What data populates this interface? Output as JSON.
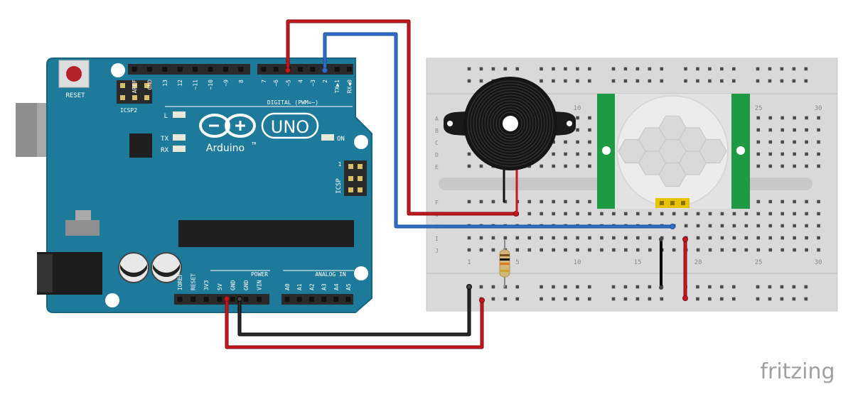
{
  "arduino": {
    "reset_label": "RESET",
    "icsp2_label": "ICSP2",
    "icsp_label": "ICSP",
    "digital_header_label": "DIGITAL (PWM=~)",
    "digital_pins": [
      "AREF",
      "GND",
      "13",
      "12",
      "~11",
      "~10",
      "~9",
      "8",
      "7",
      "~6",
      "~5",
      "4",
      "~3",
      "2",
      "TX▶1",
      "RX◀0"
    ],
    "power_header_label": "POWER",
    "power_pins": [
      "IOREF",
      "RESET",
      "3V3",
      "5V",
      "GND",
      "GND",
      "VIN"
    ],
    "analog_header_label": "ANALOG IN",
    "analog_pins": [
      "A0",
      "A1",
      "A2",
      "A3",
      "A4",
      "A5"
    ],
    "led_l_label": "L",
    "led_tx_label": "TX",
    "led_rx_label": "RX",
    "on_label": "ON",
    "uno_label": "UNO",
    "brand_label": "Arduino",
    "tm_label": "TM",
    "icsp_pin1_label": "1"
  },
  "breadboard": {
    "row_letters_top": [
      "A",
      "B",
      "C",
      "D",
      "E"
    ],
    "row_letters_bottom": [
      "F",
      "G",
      "H",
      "I",
      "J"
    ],
    "column_numbers_top": [
      "10",
      "25",
      "30"
    ],
    "column_numbers_bottom": [
      "1",
      "5",
      "10",
      "15",
      "20",
      "25",
      "30"
    ]
  },
  "components": [
    "arduino-uno",
    "breadboard",
    "piezo-buzzer",
    "pir-motion-sensor",
    "resistor"
  ],
  "wires": {
    "colors": {
      "red": "#c8171d",
      "blue": "#2f6fc9",
      "black": "#1a1a1a"
    }
  },
  "watermark": "fritzing"
}
